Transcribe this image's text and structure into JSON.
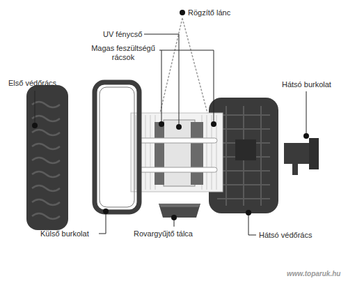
{
  "diagram": {
    "labels": [
      "Rögzítő lánc",
      "UV fénycső",
      "Magas feszültségű rácsok",
      "Első védőrács",
      "Hátsó burkolat",
      "Külső burkolat",
      "Rovargyűjtő tálca",
      "Hátsó védőrács",
      "www.toparuk.hu"
    ]
  }
}
